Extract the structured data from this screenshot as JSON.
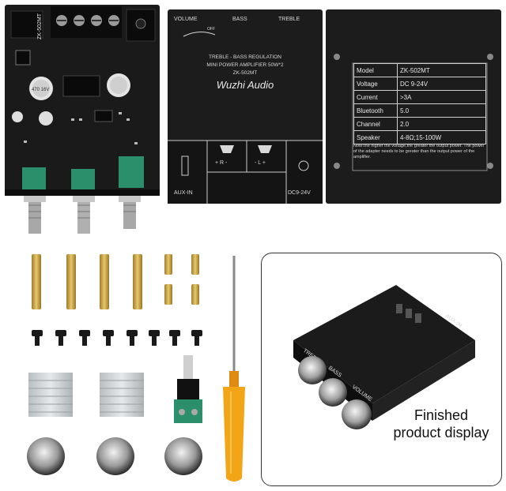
{
  "board": {
    "model_silk": "ZK-502MT",
    "cap_label": "470 16V"
  },
  "cover_plate": {
    "volume": "VOLUME",
    "bass": "BASS",
    "treble": "TREBLE",
    "off": "OFF",
    "title_lines": [
      "TREBLE - BASS REGULATION",
      "MINI POWER AMPLIFIER 50W*2",
      "ZK-502MT"
    ],
    "brand": "Wuzhi Audio",
    "aux_in": "AUX-IN",
    "dc": "DC9-24V",
    "right_ch": "+ R -",
    "left_ch": "- L +"
  },
  "spec_plate": {
    "rows": [
      {
        "key": "Model",
        "value": "ZK-502MT"
      },
      {
        "key": "Voltage",
        "value": "DC 9-24V"
      },
      {
        "key": "Current",
        "value": ">3A"
      },
      {
        "key": "Bluetooth",
        "value": "5.0"
      },
      {
        "key": "Channel",
        "value": "2.0"
      },
      {
        "key": "Speaker",
        "value": "4-8Ω;15-100W"
      }
    ],
    "note": "Note:the higher the voltage,the greater the output power. The power of the adapter needs to be greater than the output power of the amplifier."
  },
  "finished": {
    "line1": "Finished",
    "line2": "product display",
    "plate_volume": "VOLUME",
    "plate_bass": "BASS",
    "plate_treble": "TREBLE",
    "plate_aux": "AUX-IN"
  },
  "colors": {
    "pcb": "#1a1a1a",
    "plate": "#1c1c1c",
    "brass": "#c9a445",
    "heatsink": "#cfd3d6",
    "screwdriver_handle": "#f2a516",
    "terminal_green": "#2a8f6a"
  }
}
